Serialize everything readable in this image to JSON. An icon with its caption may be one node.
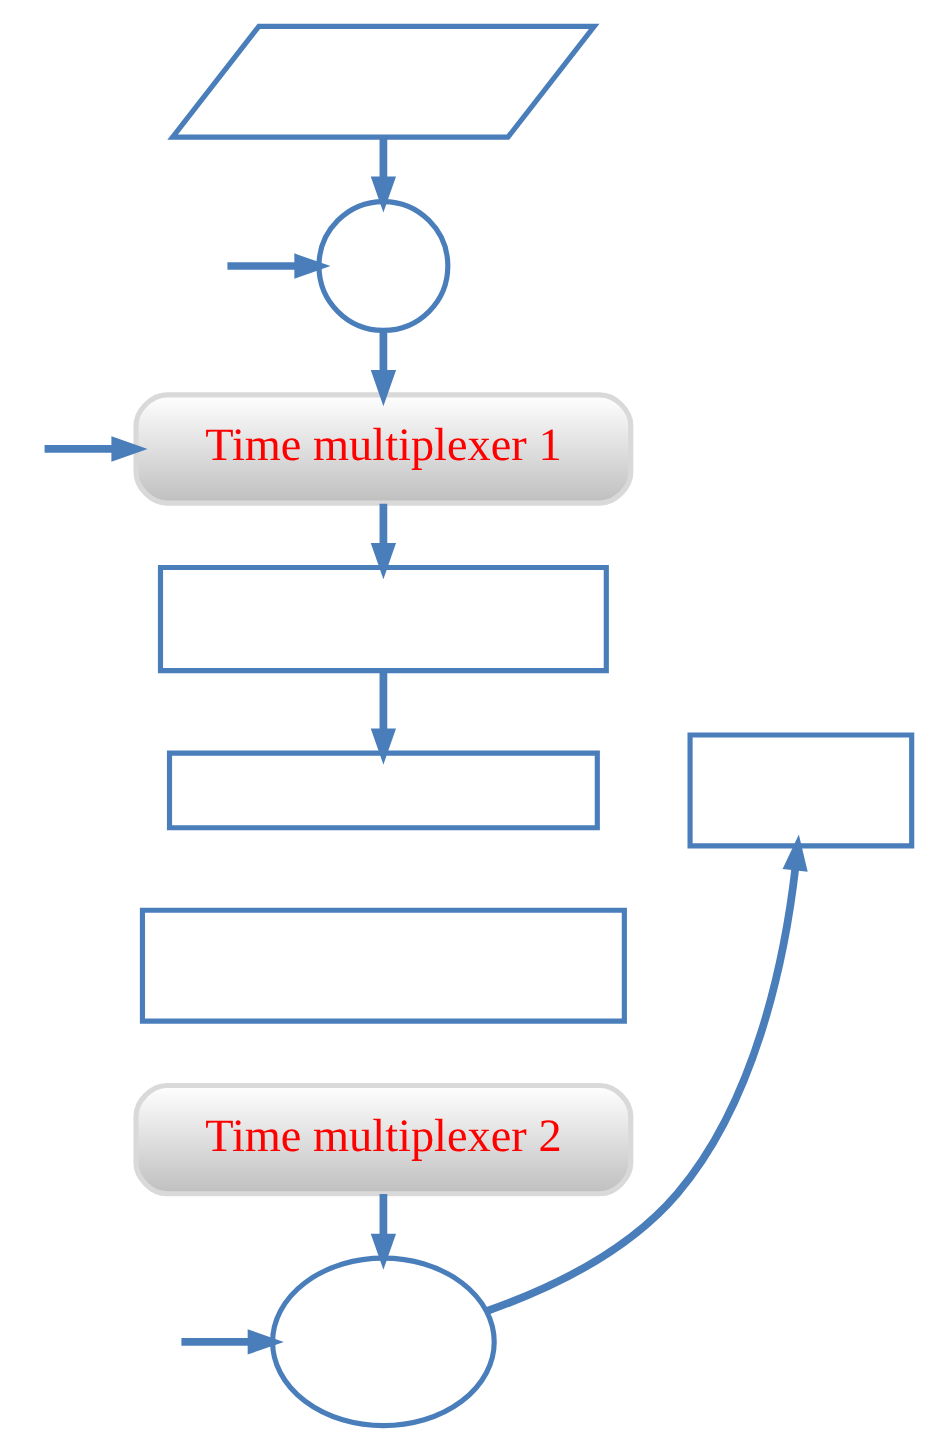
{
  "diagram": {
    "nodes": [
      {
        "text": [],
        "shape": "parallelogram"
      },
      {
        "text": [],
        "shape": "circle"
      },
      {
        "text": [
          "Time multiplexer 1"
        ]
      },
      {
        "text": [],
        "shape": "box"
      },
      {
        "text": [],
        "shape": "box"
      },
      {
        "text": [],
        "shape": "box"
      },
      {
        "text": [],
        "shape": "box"
      },
      {
        "text": [
          "Time multiplexer 2"
        ]
      },
      {
        "text": [],
        "shape": "ellipse"
      }
    ],
    "edges": [
      {
        "from": 0,
        "to": 1,
        "arrow": "to"
      },
      {
        "from": null,
        "to": 1,
        "arrow": "to"
      },
      {
        "from": 1,
        "to": 2,
        "arrow": "to"
      },
      {
        "from": null,
        "to": 2,
        "arrow": "to"
      },
      {
        "from": 2,
        "to": 3,
        "arrow": "to"
      },
      {
        "from": 3,
        "to": 5,
        "arrow": "to"
      },
      {
        "from": 7,
        "to": 8,
        "arrow": "to"
      },
      {
        "from": null,
        "to": 8,
        "arrow": "to"
      },
      {
        "from": 8,
        "to": 4,
        "arrow": "to"
      }
    ]
  }
}
